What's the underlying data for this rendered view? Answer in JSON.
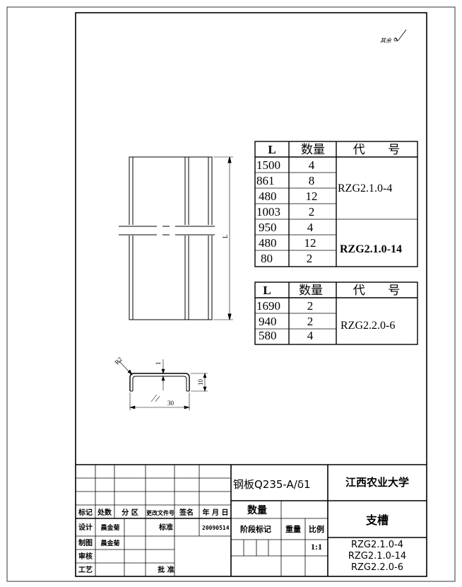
{
  "roughness_note": "其余",
  "table1": {
    "headers": [
      "L",
      "数量",
      "代      号"
    ],
    "rows": [
      {
        "L": "1500",
        "qty": "4"
      },
      {
        "L": "861",
        "qty": "8"
      },
      {
        "L": "480",
        "qty": "12"
      },
      {
        "L": "1003",
        "qty": "2"
      },
      {
        "L": "950",
        "qty": "4"
      },
      {
        "L": "480",
        "qty": "12"
      },
      {
        "L": "80",
        "qty": "2"
      }
    ],
    "codes": [
      "RZG2.1.0-4",
      "RZG2.1.0-14"
    ]
  },
  "table2": {
    "headers": [
      "L",
      "数量",
      "代      号"
    ],
    "rows": [
      {
        "L": "1690",
        "qty": "2"
      },
      {
        "L": "940",
        "qty": "2"
      },
      {
        "L": "580",
        "qty": "4"
      }
    ],
    "code": "RZG2.2.0-6"
  },
  "drawing": {
    "length_label": "L",
    "radius_label": "R2",
    "thickness_label": "1",
    "height_label": "10",
    "width_label": "30"
  },
  "title_block": {
    "material": "钢板Q235-A/δ1",
    "university": "江西农业大学",
    "part_name": "支槽",
    "quantity_label": "数量",
    "stage_mark_label": "阶段标记",
    "weight_label": "重量",
    "scale_label": "比例",
    "scale_value": "1:1",
    "codes": [
      "RZG2.1.0-4",
      "RZG2.1.0-14",
      "RZG2.2.0-6"
    ],
    "rev_headers": [
      "标记",
      "处数",
      "分 区",
      "更改文件号",
      "签名",
      "年 月 日"
    ],
    "design_label": "设计",
    "design_name": "晨金菊",
    "standard_label": "标准",
    "date": "20090514",
    "drawing_label": "制图",
    "drawing_name": "晨金菊",
    "review_label": "审核",
    "process_label": "工艺",
    "approve_label": "批 准"
  }
}
